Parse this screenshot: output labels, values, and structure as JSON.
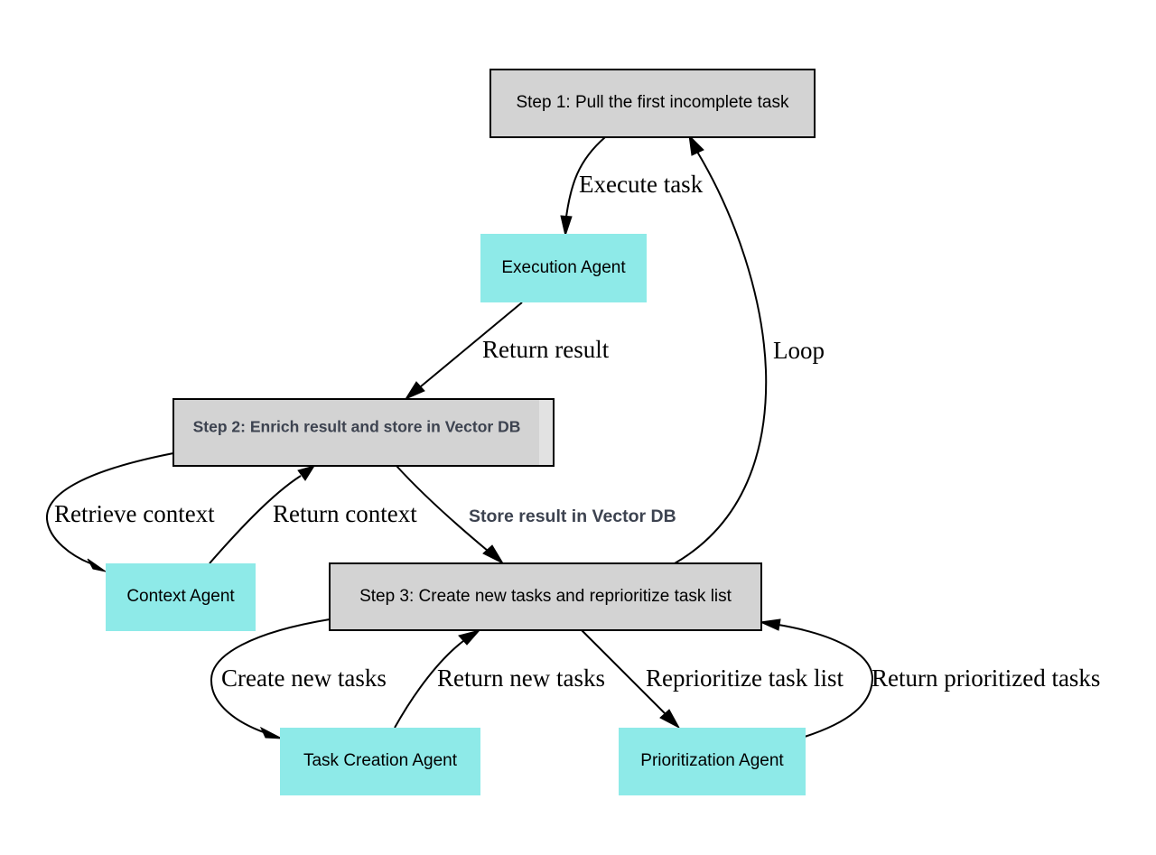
{
  "colors": {
    "step_fill": "#d3d3d3",
    "agent_fill": "#8eeae8",
    "muted_text": "#3d4350"
  },
  "nodes": {
    "step1": "Step 1: Pull the first incomplete task",
    "execution_agent": "Execution Agent",
    "step2": "Step 2: Enrich result and store in Vector DB",
    "context_agent": "Context Agent",
    "step3": "Step 3: Create new tasks and reprioritize task list",
    "task_creation_agent": "Task Creation Agent",
    "prioritization_agent": "Prioritization Agent"
  },
  "edges": {
    "execute_task": "Execute task",
    "return_result": "Return result",
    "loop": "Loop",
    "retrieve_context": "Retrieve context",
    "return_context": "Return context",
    "store_result": "Store result in Vector DB",
    "create_new_tasks": "Create new tasks",
    "return_new_tasks": "Return new tasks",
    "reprioritize": "Reprioritize task list",
    "return_prioritized": "Return prioritized tasks"
  }
}
